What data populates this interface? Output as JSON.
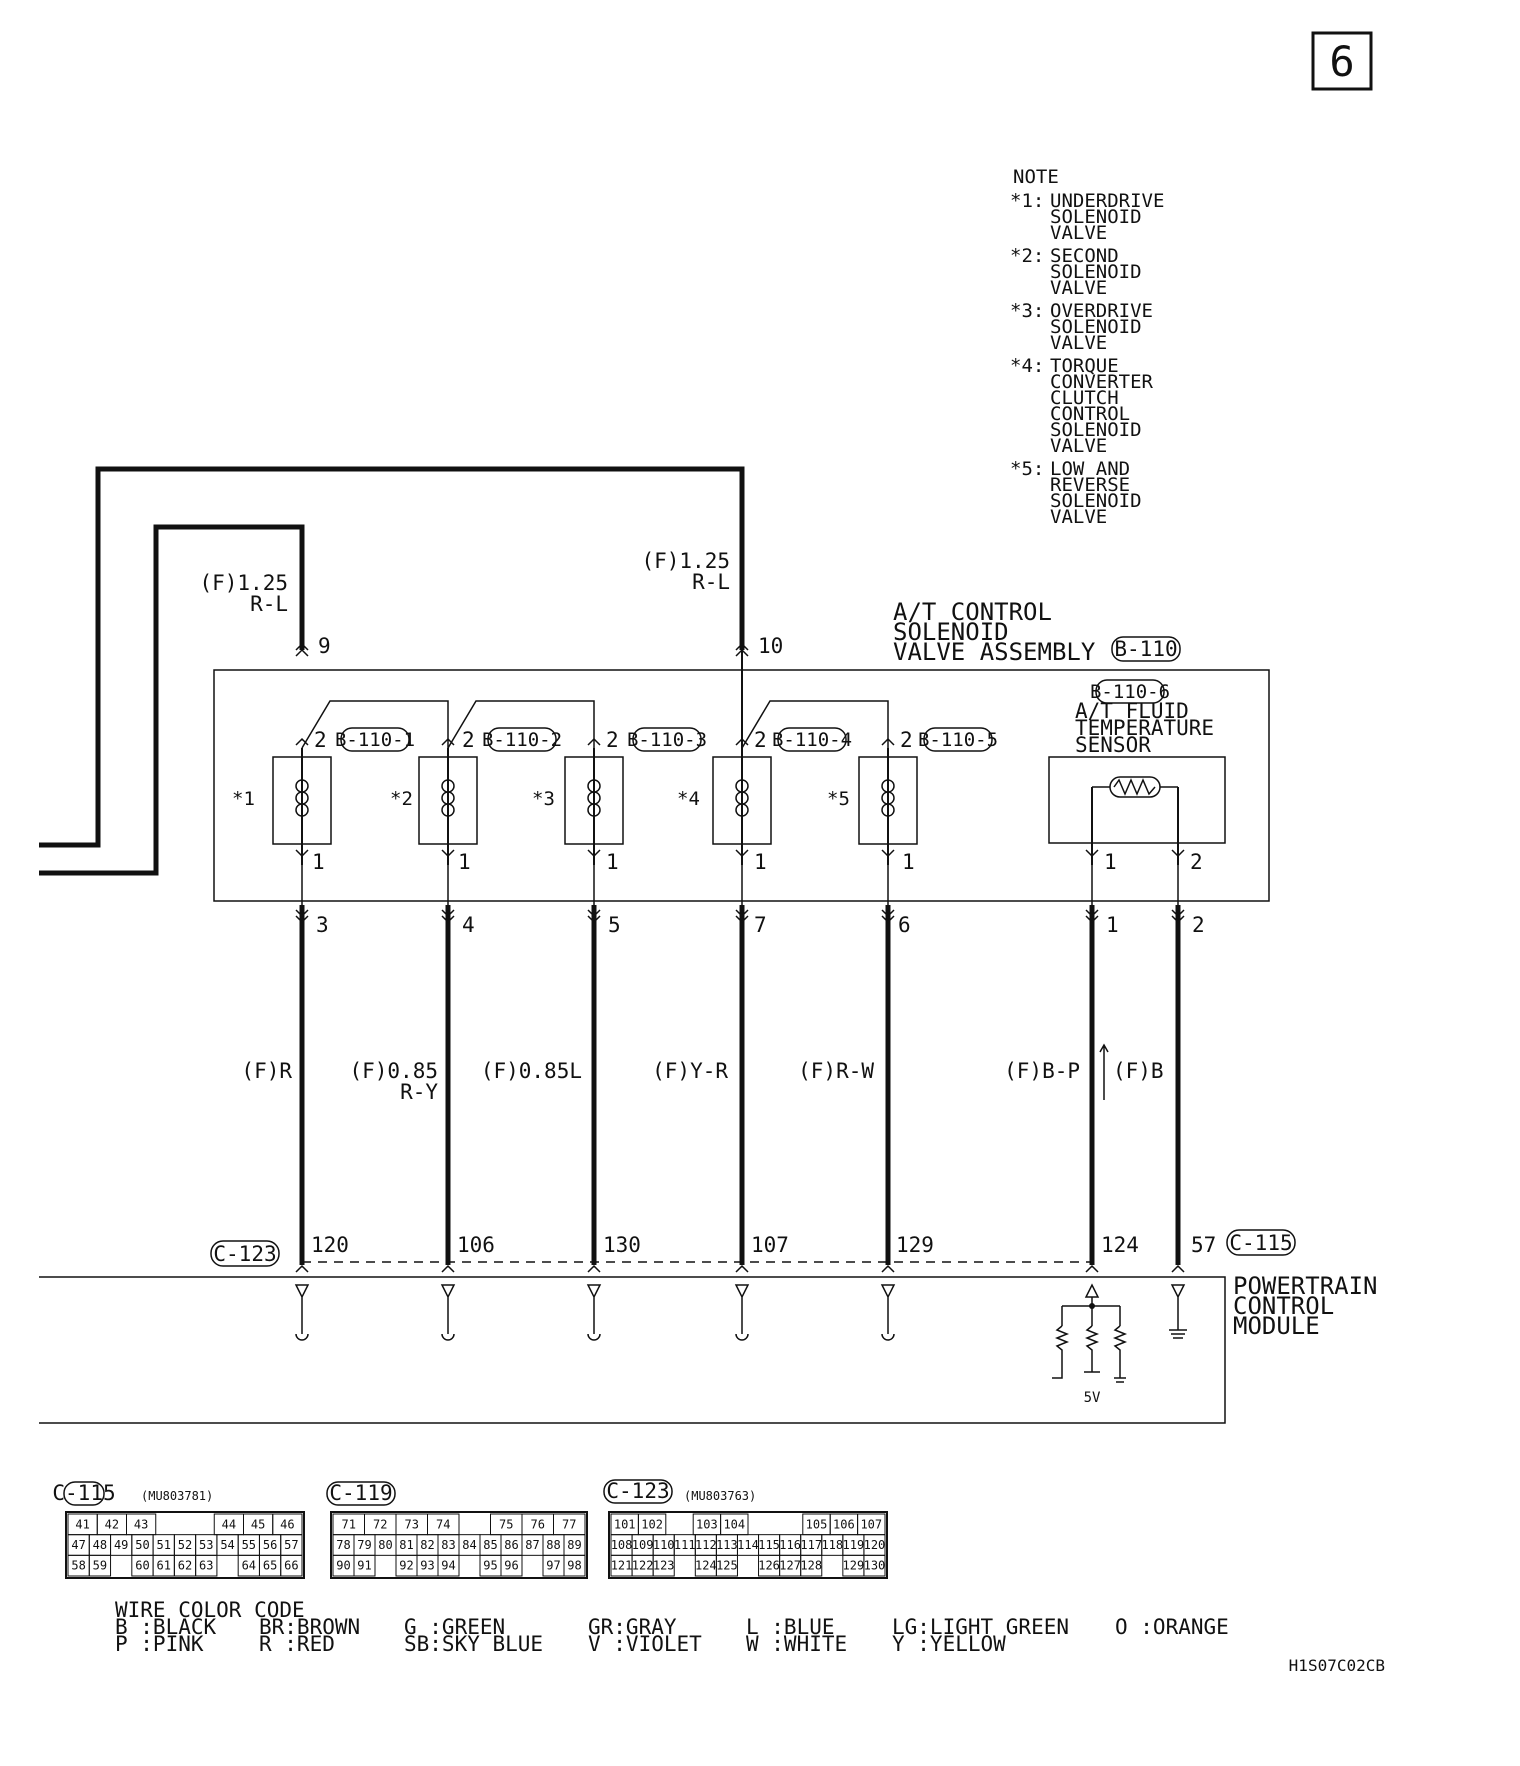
{
  "page_number": "6",
  "note": {
    "title": "NOTE",
    "items": [
      {
        "mark": "*1:",
        "lines": [
          "UNDERDRIVE",
          "SOLENOID",
          "VALVE"
        ]
      },
      {
        "mark": "*2:",
        "lines": [
          "SECOND",
          "SOLENOID",
          "VALVE"
        ]
      },
      {
        "mark": "*3:",
        "lines": [
          "OVERDRIVE",
          "SOLENOID",
          "VALVE"
        ]
      },
      {
        "mark": "*4:",
        "lines": [
          "TORQUE",
          "CONVERTER",
          "CLUTCH",
          "CONTROL",
          "SOLENOID",
          "VALVE"
        ]
      },
      {
        "mark": "*5:",
        "lines": [
          "LOW AND",
          "REVERSE",
          "SOLENOID",
          "VALVE"
        ]
      }
    ]
  },
  "feeds": [
    {
      "spec": "(F)1.25",
      "color": "R-L",
      "pin": "9"
    },
    {
      "spec": "(F)1.25",
      "color": "R-L",
      "pin": "10"
    }
  ],
  "assembly": {
    "title_lines": [
      "A/T CONTROL",
      "SOLENOID",
      "VALVE ASSEMBLY"
    ],
    "connector": "B-110"
  },
  "solenoids": [
    {
      "mark": "*1",
      "connector": "B-110-1",
      "top_pin": "2",
      "bottom_pin": "1",
      "out_pin": "3",
      "wire_spec": "(F)R",
      "wire_color": "",
      "pcm_pin": "120"
    },
    {
      "mark": "*2",
      "connector": "B-110-2",
      "top_pin": "2",
      "bottom_pin": "1",
      "out_pin": "4",
      "wire_spec": "(F)0.85",
      "wire_color": "R-Y",
      "pcm_pin": "106"
    },
    {
      "mark": "*3",
      "connector": "B-110-3",
      "top_pin": "2",
      "bottom_pin": "1",
      "out_pin": "5",
      "wire_spec": "(F)0.85L",
      "wire_color": "",
      "pcm_pin": "130"
    },
    {
      "mark": "*4",
      "connector": "B-110-4",
      "top_pin": "2",
      "bottom_pin": "1",
      "out_pin": "7",
      "wire_spec": "(F)Y-R",
      "wire_color": "",
      "pcm_pin": "107"
    },
    {
      "mark": "*5",
      "connector": "B-110-5",
      "top_pin": "2",
      "bottom_pin": "1",
      "out_pin": "6",
      "wire_spec": "(F)R-W",
      "wire_color": "",
      "pcm_pin": "129"
    }
  ],
  "sensor": {
    "connector": "B-110-6",
    "title_lines": [
      "A/T FLUID",
      "TEMPERATURE",
      "SENSOR"
    ],
    "pins": [
      "1",
      "2"
    ],
    "out_pins": [
      "1",
      "2"
    ],
    "wire_specs": [
      "(F)B-P",
      "(F)B"
    ],
    "pcm_pins": [
      "124",
      "57"
    ],
    "voltage": "5V"
  },
  "pcm": {
    "connector_left": "C-123",
    "connector_right": "C-115",
    "title_lines": [
      "POWERTRAIN",
      "CONTROL",
      "MODULE"
    ]
  },
  "connectors": [
    {
      "name": "C-115",
      "part": "(MU803781)",
      "rows": [
        [
          "41",
          "42",
          "43",
          "",
          "",
          "44",
          "45",
          "46"
        ],
        [
          "47",
          "48",
          "49",
          "50",
          "51",
          "52",
          "53",
          "54",
          "55",
          "56",
          "57"
        ],
        [
          "58",
          "59",
          "",
          "60",
          "61",
          "62",
          "63",
          "",
          "64",
          "65",
          "66"
        ]
      ]
    },
    {
      "name": "C-119",
      "part": "",
      "rows": [
        [
          "71",
          "72",
          "73",
          "74",
          "",
          "75",
          "76",
          "77"
        ],
        [
          "78",
          "79",
          "80",
          "81",
          "82",
          "83",
          "84",
          "85",
          "86",
          "87",
          "88",
          "89"
        ],
        [
          "90",
          "91",
          "",
          "92",
          "93",
          "94",
          "",
          "95",
          "96",
          "",
          "97",
          "98"
        ]
      ]
    },
    {
      "name": "C-123",
      "part": "(MU803763)",
      "rows": [
        [
          "101",
          "102",
          "",
          "103",
          "104",
          "",
          "",
          "105",
          "106",
          "107"
        ],
        [
          "108",
          "109",
          "110",
          "111",
          "112",
          "113",
          "114",
          "115",
          "116",
          "117",
          "118",
          "119",
          "120"
        ],
        [
          "121",
          "122",
          "123",
          "",
          "124",
          "125",
          "",
          "126",
          "127",
          "128",
          "",
          "129",
          "130"
        ]
      ]
    }
  ],
  "wire_color_code": {
    "title": "WIRE COLOR CODE",
    "row1": [
      "B :BLACK",
      "BR:BROWN",
      "G :GREEN",
      "GR:GRAY",
      "L :BLUE",
      "LG:LIGHT GREEN",
      "O :ORANGE"
    ],
    "row2": [
      "P :PINK",
      "R :RED",
      "SB:SKY BLUE",
      "V :VIOLET",
      "W :WHITE",
      "Y :YELLOW"
    ]
  },
  "figure_code": "H1S07C02CB"
}
